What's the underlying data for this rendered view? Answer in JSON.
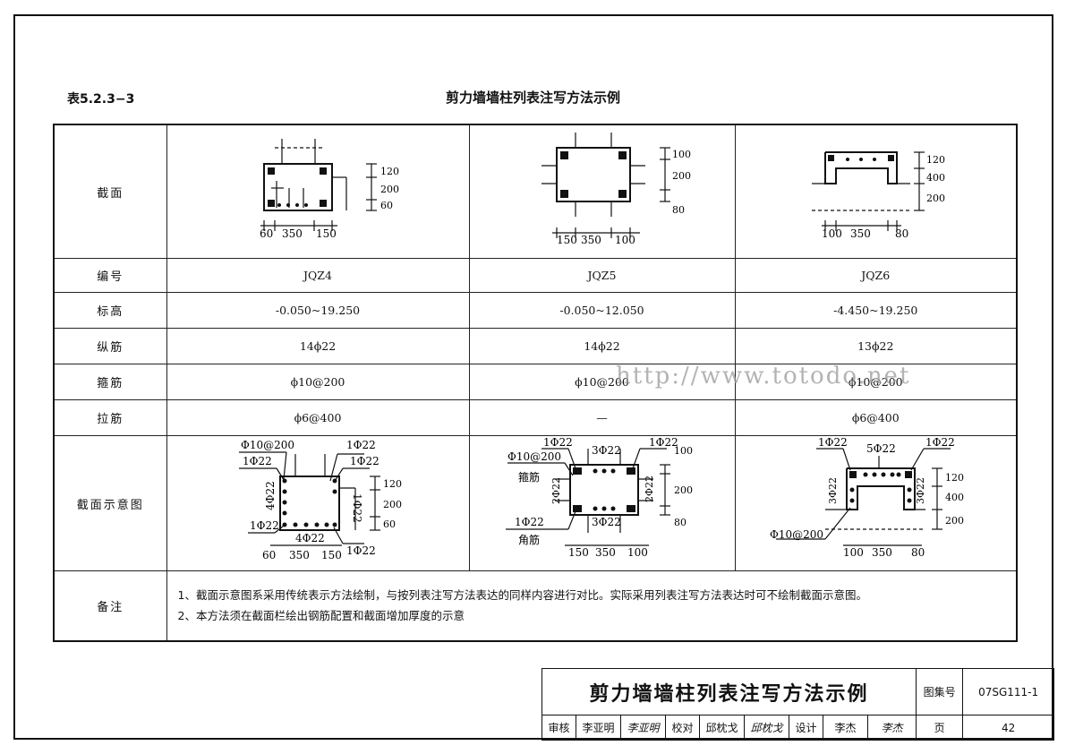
{
  "header": {
    "table_no": "表5.2.3−3",
    "title": "剪力墙墙柱列表注写方法示例"
  },
  "rows": {
    "section": "截面",
    "number": "编号",
    "elevation": "标高",
    "longitudinal": "纵筋",
    "stirrup": "箍筋",
    "tie": "拉筋",
    "schematic": "截面示意图",
    "remarks": "备注"
  },
  "columns": [
    {
      "number": "JQZ4",
      "elevation": "-0.050~19.250",
      "longitudinal": "14ϕ22",
      "stirrup": "ϕ10@200",
      "tie": "ϕ6@400"
    },
    {
      "number": "JQZ5",
      "elevation": "-0.050~12.050",
      "longitudinal": "14ϕ22",
      "stirrup": "ϕ10@200",
      "tie": "—"
    },
    {
      "number": "JQZ6",
      "elevation": "-4.450~19.250",
      "longitudinal": "13ϕ22",
      "stirrup": "ϕ10@200",
      "tie": "ϕ6@400"
    }
  ],
  "dims": {
    "c1": {
      "d60": "60",
      "d350": "350",
      "d150": "150",
      "d120": "120",
      "d200": "200",
      "d60v": "60"
    },
    "c2": {
      "d150": "150",
      "d350": "350",
      "d100": "100",
      "d100v": "100",
      "d200": "200",
      "d80": "80"
    },
    "c3": {
      "d100": "100",
      "d350": "350",
      "d80": "80",
      "d120": "120",
      "d400": "400",
      "d200": "200"
    }
  },
  "labels": {
    "c1": {
      "stir": "Φ10@200",
      "a": "1Φ22",
      "b": "1Φ22",
      "c": "1Φ22",
      "d": "4Φ22",
      "e": "1Φ22",
      "f": "4Φ22",
      "g": "1Φ22",
      "h": "1Φ22"
    },
    "c2": {
      "a": "1Φ22",
      "b": "3Φ22",
      "c": "1Φ22",
      "stir": "Φ10@200",
      "gujin": "箍筋",
      "d": "2Φ22",
      "e": "2Φ22",
      "f": "1Φ22",
      "g": "3Φ22",
      "jiaojin": "角筋"
    },
    "c3": {
      "a": "1Φ22",
      "b": "5Φ22",
      "c": "1Φ22",
      "d": "3Φ22",
      "e": "3Φ22",
      "stir": "Φ10@200"
    }
  },
  "remarks": {
    "line1": "1、截面示意图系采用传统表示方法绘制，与按列表注写方法表达的同样内容进行对比。实际采用列表注写方法表达时可不绘制截面示意图。",
    "line2": "2、本方法须在截面栏绘出钢筋配置和截面增加厚度的示意"
  },
  "watermark": "http://www.totodo.net",
  "titleblock": {
    "title": "剪力墙墙柱列表注写方法示例",
    "atlas_label": "图集号",
    "atlas_no": "07SG111-1",
    "review_label": "审核",
    "reviewer": "李亚明",
    "reviewer_sign": "李亚明",
    "check_label": "校对",
    "checker": "邱枕戈",
    "checker_sign": "邱枕戈",
    "design_label": "设计",
    "designer": "李杰",
    "designer_sign": "李杰",
    "page_label": "页",
    "page_no": "42"
  }
}
